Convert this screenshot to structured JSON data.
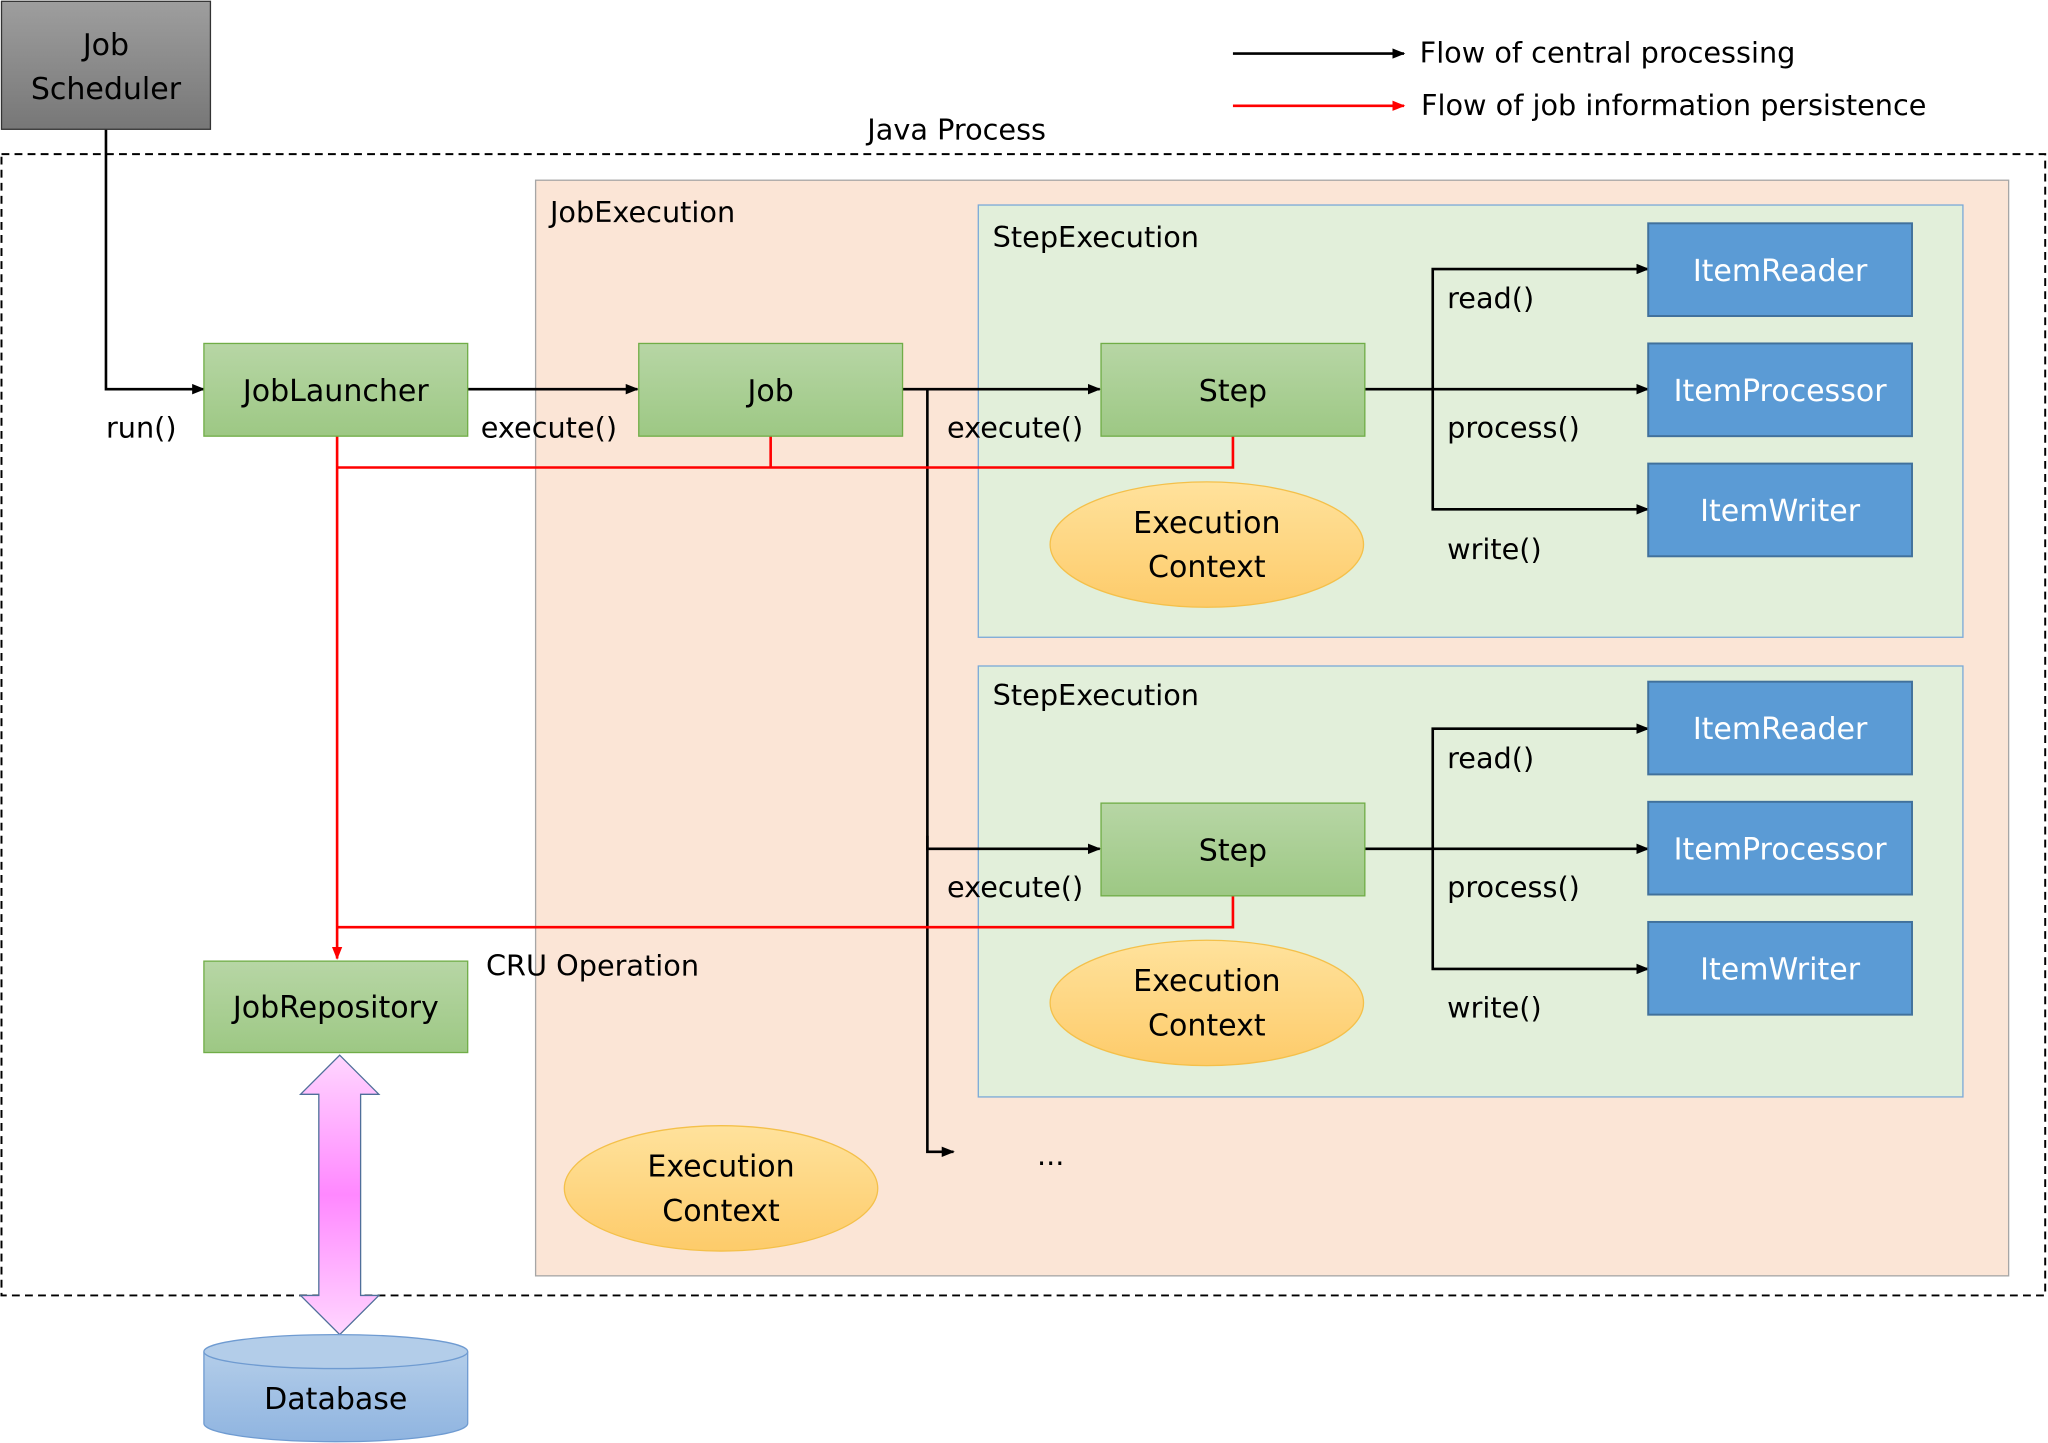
{
  "legend": {
    "central": "Flow of central processing",
    "persistence": "Flow of job information persistence",
    "colors": {
      "central": "#000000",
      "persistence": "#ff0000"
    }
  },
  "nodes": {
    "scheduler_l1": "Job",
    "scheduler_l2": "Scheduler",
    "java_process": "Java Process",
    "job_execution": "JobExecution",
    "job_launcher": "JobLauncher",
    "job": "Job",
    "job_repository": "JobRepository",
    "database": "Database",
    "step_execution_1": "StepExecution",
    "step_execution_2": "StepExecution",
    "step_1": "Step",
    "step_2": "Step",
    "item_reader": "ItemReader",
    "item_processor": "ItemProcessor",
    "item_writer": "ItemWriter",
    "exec_ctx_l1": "Execution",
    "exec_ctx_l2": "Context",
    "ellipsis": "..."
  },
  "edges": {
    "run": "run()",
    "execute": "execute()",
    "read": "read()",
    "process": "process()",
    "write": "write()",
    "cru": "CRU Operation"
  },
  "colors": {
    "green_box": "#a9d08e",
    "blue_box": "#5b9bd5",
    "orange_ellipse": "#ffd685",
    "job_execution_bg": "#fbe5d6",
    "step_execution_bg": "#e2efda",
    "scheduler": "#808080"
  }
}
